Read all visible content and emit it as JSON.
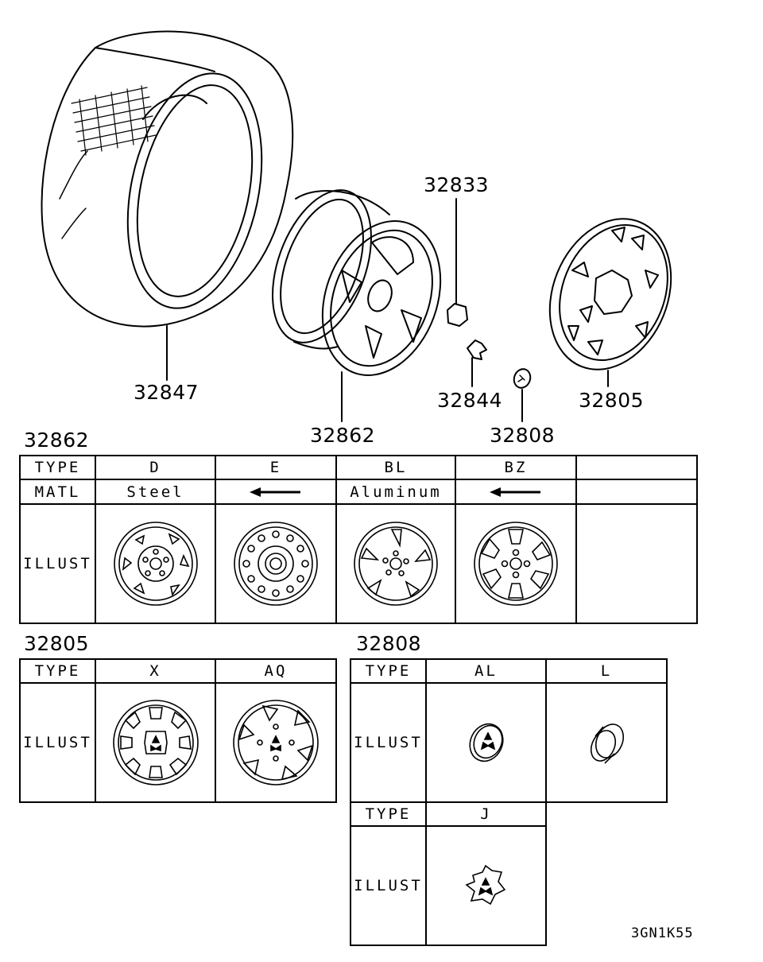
{
  "diagram": {
    "labels": {
      "tire": "32847",
      "wheel": "32862",
      "nut": "32833",
      "weight": "32844",
      "cap": "32808",
      "cover": "32805"
    },
    "footer_code": "3GN1K55"
  },
  "wheel_table": {
    "title": "32862",
    "row_type": "TYPE",
    "row_matl": "MATL",
    "row_illust": "ILLUST",
    "types": [
      "D",
      "E",
      "BL",
      "BZ",
      ""
    ],
    "materials": [
      "Steel",
      "arrow",
      "Aluminum",
      "arrow",
      ""
    ]
  },
  "cover_table": {
    "title": "32805",
    "row_type": "TYPE",
    "row_illust": "ILLUST",
    "types": [
      "X",
      "AQ"
    ]
  },
  "cap_table": {
    "title": "32808",
    "row_type": "TYPE",
    "row_illust": "ILLUST",
    "types": [
      "AL",
      "L"
    ],
    "row_type_2": "TYPE",
    "row_illust_2": "ILLUST",
    "types_2": [
      "J"
    ]
  }
}
